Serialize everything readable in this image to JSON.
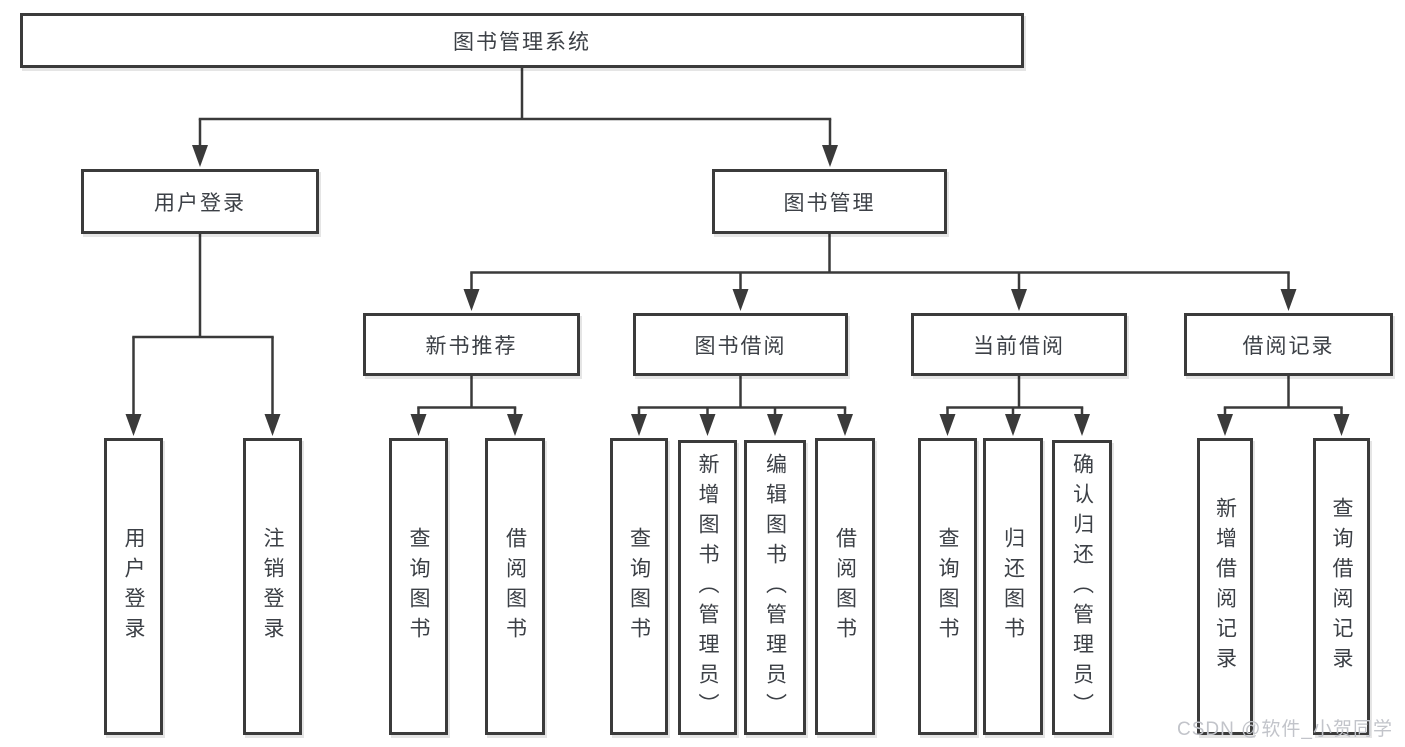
{
  "diagram": {
    "root": "图书管理系统",
    "level2": [
      "用户登录",
      "图书管理"
    ],
    "level3": [
      "新书推荐",
      "图书借阅",
      "当前借阅",
      "借阅记录"
    ],
    "leaves": {
      "user_login": [
        "用户登录",
        "注销登录"
      ],
      "new_book_recommend": [
        "查询图书",
        "借阅图书"
      ],
      "book_borrow": [
        "查询图书",
        "新增图书（管理员）",
        "编辑图书（管理员）",
        "借阅图书"
      ],
      "current_borrow": [
        "查询图书",
        "归还图书",
        "确认归还（管理员）"
      ],
      "borrow_records": [
        "新增借阅记录",
        "查询借阅记录"
      ]
    },
    "watermark": "CSDN @软件_小贺同学",
    "colors": {
      "line": "#3a3a3a",
      "box_border": "#3b3b3b",
      "text": "#3c4046",
      "watermark": "#c2c4ca",
      "background": "#ffffff"
    }
  }
}
